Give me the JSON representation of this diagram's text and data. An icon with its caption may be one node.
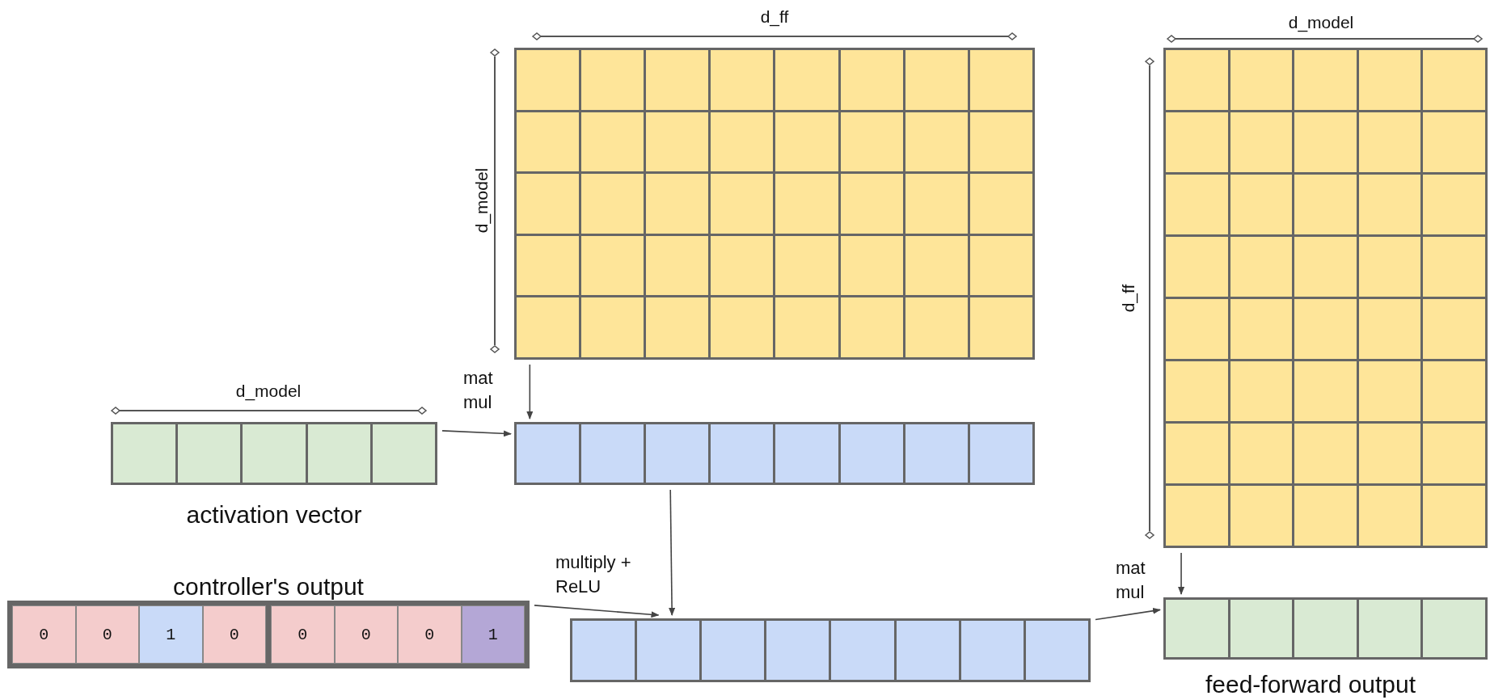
{
  "diagram": {
    "nodes": [
      {
        "text": [],
        "shape": "box"
      },
      {
        "text": [],
        "shape": "box",
        "beside": [
          "activation vector"
        ]
      },
      {
        "text": [],
        "shape": "box"
      },
      {
        "text": [],
        "shape": "box",
        "beside": [
          "controller's output"
        ]
      },
      {
        "text": [
          "0"
        ],
        "in": 3
      },
      {
        "text": [
          "0"
        ],
        "in": 3
      },
      {
        "text": [
          "1"
        ],
        "in": 3
      },
      {
        "text": [
          "0"
        ],
        "in": 3
      },
      {
        "text": [
          "0"
        ],
        "in": 3
      },
      {
        "text": [
          "0"
        ],
        "in": 3
      },
      {
        "text": [
          "0"
        ],
        "in": 3
      },
      {
        "text": [
          "1"
        ],
        "in": 3
      },
      {
        "text": [],
        "shape": "box"
      },
      {
        "text": [],
        "shape": "box"
      },
      {
        "text": [],
        "shape": "box",
        "beside": [
          "feed-forward output"
        ]
      }
    ],
    "edges": [
      {
        "from": 0,
        "to": 2,
        "arrow": "to",
        "label": "mat mul"
      },
      {
        "from": 1,
        "to": 2,
        "arrow": "to"
      },
      {
        "from": 2,
        "to": 12,
        "arrow": "to"
      },
      {
        "from": 3,
        "to": 12,
        "arrow": "to",
        "label": "multiply + ReLU"
      },
      {
        "from": 13,
        "to": 14,
        "arrow": "to",
        "label": "mat mul"
      },
      {
        "from": 12,
        "to": 14,
        "arrow": "to"
      }
    ],
    "labels": [
      "d_ff",
      "d_model",
      "d_model",
      "d_model",
      "d_ff"
    ]
  }
}
